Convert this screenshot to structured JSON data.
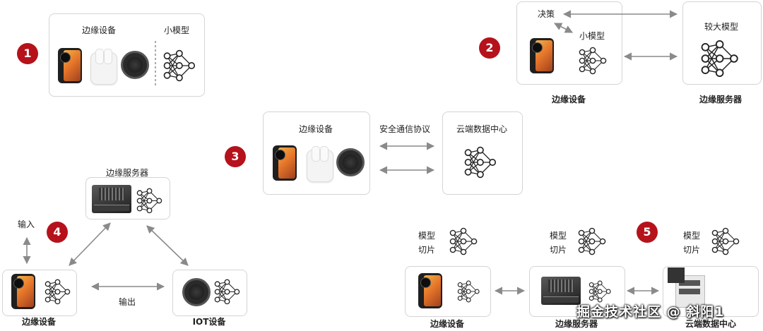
{
  "colors": {
    "badge": "#b5121b",
    "arrow": "#8a8a8a",
    "border": "#d4d4d4"
  },
  "icons": {
    "network": "neural-network-icon",
    "phone": "phone-icon",
    "earbuds": "earbuds-icon",
    "watch": "smartwatch-icon",
    "board": "edge-board-icon",
    "server": "server-icon"
  },
  "scenario1": {
    "badge": "1",
    "devices_label": "边缘设备",
    "model_label": "小模型"
  },
  "scenario2": {
    "badge": "2",
    "decision_label": "决策",
    "small_model_label": "小模型",
    "large_model_label": "较大模型",
    "edge_caption": "边缘设备",
    "server_caption": "边缘服务器"
  },
  "scenario3": {
    "badge": "3",
    "devices_label": "边缘设备",
    "protocol_label": "安全通信协议",
    "cloud_label": "云端数据中心"
  },
  "scenario4": {
    "badge": "4",
    "server_label": "边缘服务器",
    "input_label": "输入",
    "output_label": "输出",
    "edge_caption": "边缘设备",
    "iot_caption": "IOT设备"
  },
  "scenario5": {
    "badge": "5",
    "slice_label_line1": "模型",
    "slice_label_line2": "切片",
    "edge_caption": "边缘设备",
    "server_caption": "边缘服务器",
    "cloud_caption": "云端数据中心"
  },
  "watermark": "掘金技术社区 @ 斜阳1"
}
